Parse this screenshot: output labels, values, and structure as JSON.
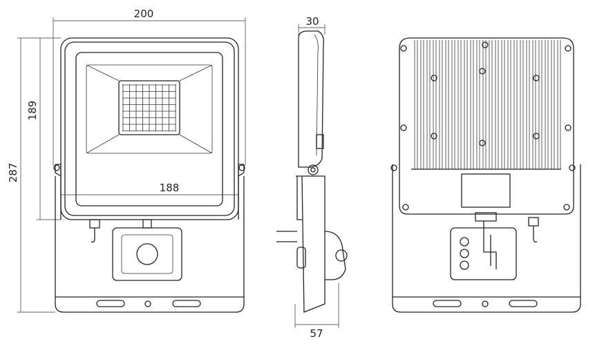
{
  "dimensions": {
    "front_width": "200",
    "front_height_total": "287",
    "front_height_body": "189",
    "front_inner_width": "188",
    "side_depth_top": "30",
    "side_depth_bottom": "57"
  },
  "colors": {
    "line": "#222222",
    "background": "#ffffff"
  }
}
